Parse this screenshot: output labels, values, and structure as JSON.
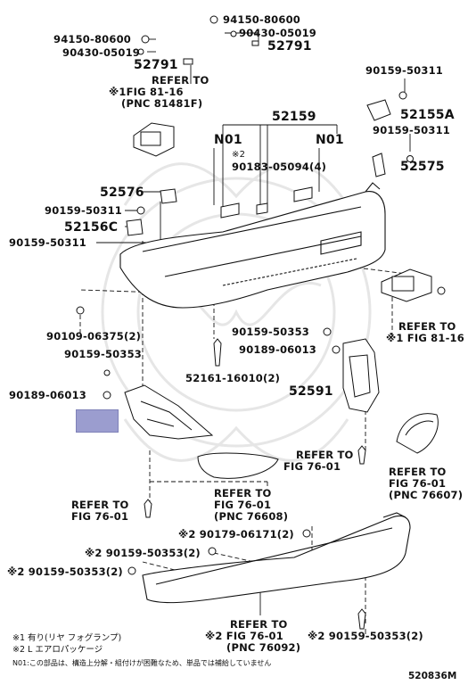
{
  "parts": {
    "p94150_80600_top": "94150-80600",
    "p90430_05019_top": "90430-05019",
    "p52791_top": "52791",
    "p94150_80600_left": "94150-80600",
    "p90430_05019_left": "90430-05019",
    "p52791_left": "52791",
    "p90159_50311_r1": "90159-50311",
    "p52155A": "52155A",
    "p52159": "52159",
    "n01_left": "N01",
    "n01_right": "N01",
    "p90183_05094": "90183-05094(4)",
    "p90183_mark": "※2",
    "p90159_50311_r2": "90159-50311",
    "p52575": "52575",
    "p52576": "52576",
    "p90159_50311_l1": "90159-50311",
    "p52156C": "52156C",
    "p90159_50311_l2": "90159-50311",
    "p90109_06375": "90109-06375(2)",
    "p90159_50353_mid": "90159-50353",
    "p90189_06013_mid": "90189-06013",
    "p52161_16010": "52161-16010(2)",
    "p90159_50353_left": "90159-50353",
    "p90189_06013_left": "90189-06013",
    "p52591": "52591",
    "p90179_06171": "※2 90179-06171(2)",
    "p90159_50353_b1": "※2 90159-50353(2)",
    "p90159_50353_b2": "※2 90159-50353(2)",
    "p90159_50353_b3": "※2 90159-50353(2)"
  },
  "refers": {
    "ref_top_left_1": "REFER TO",
    "ref_top_left_2": "※1FIG 81-16",
    "ref_top_left_3": "(PNC 81481F)",
    "ref_right_1": "REFER TO",
    "ref_right_2": "※1 FIG 81-16",
    "ref_mid_1": "REFER TO",
    "ref_mid_2": "FIG 76-01",
    "ref_right_low_1": "REFER TO",
    "ref_right_low_2": "FIG 76-01",
    "ref_right_low_3": "(PNC 76607)",
    "ref_left_low_1": "REFER TO",
    "ref_left_low_2": "FIG 76-01",
    "ref_center_1": "REFER TO",
    "ref_center_2": "FIG 76-01",
    "ref_center_3": "(PNC 76608)",
    "ref_bottom_1": "REFER TO",
    "ref_bottom_2": "※2 FIG 76-01",
    "ref_bottom_3": "(PNC 76092)"
  },
  "footnotes": {
    "note1": "※1 有り(リヤ フォグランプ)",
    "note2": "※2 L エアロパッケージ",
    "note3": "N01:この部品は、構造上分解・組付けが困難なため、単品では補給していません"
  },
  "diagram_code": "520836M",
  "colors": {
    "line": "#111111",
    "highlight": "#9b9dcf",
    "watermark": "#e6e6e6"
  }
}
